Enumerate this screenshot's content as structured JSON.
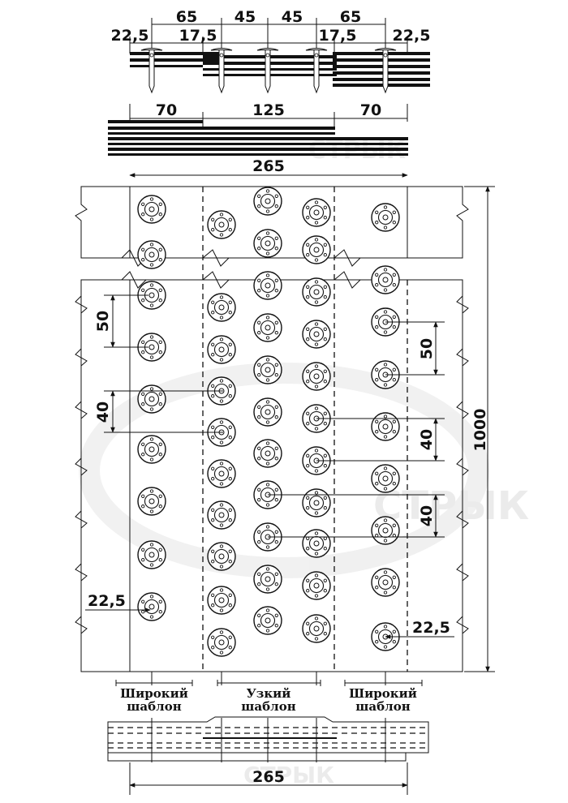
{
  "top_dims_upper": [
    "65",
    "45",
    "45",
    "65"
  ],
  "top_dims_lower": [
    "22,5",
    "17,5",
    "17,5",
    "22,5"
  ],
  "mid_dims": [
    "70",
    "125",
    "70"
  ],
  "width_label": "265",
  "height_label": "1000",
  "step_labels_left": [
    "50",
    "40"
  ],
  "step_labels_right": [
    "50",
    "40",
    "40"
  ],
  "edge_offset_left": "22,5",
  "edge_offset_right": "22,5",
  "template_wide_left": [
    "Широкий",
    "шаблон"
  ],
  "template_narrow": [
    "Узкий",
    "шаблон"
  ],
  "template_wide_right": [
    "Широкий",
    "шаблон"
  ],
  "bottom_width_label": "265",
  "watermark_text": "СТРЫК",
  "icons": {
    "fastener": "flange-disc-icon",
    "nail": "nail-icon",
    "break": "break-line-icon"
  }
}
